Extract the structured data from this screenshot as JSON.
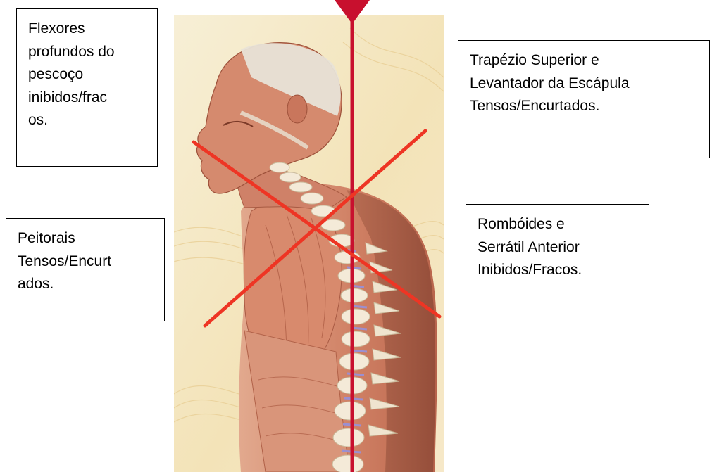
{
  "labels": {
    "flexors": [
      "Flexores",
      "profundos do",
      "pescoço",
      "inibidos/frac",
      "os."
    ],
    "trapezius": [
      "Trapézio Superior e",
      "Levantador da Escápula",
      "Tensos/Encurtados."
    ],
    "pectorals": [
      "Peitorais",
      "Tensos/Encurt",
      "ados."
    ],
    "rhomboids": [
      "Rombóides e",
      "Serrátil Anterior",
      "Inibidos/Fracos."
    ]
  },
  "colors": {
    "cross_lines": "#ee3524",
    "plumb_line": "#c8102e",
    "skin": "#d9957a",
    "muscle": "#c66b52",
    "vertebra": "#f4ead8",
    "disc": "#9b8fd0",
    "background_warm": "#f5e7c2"
  },
  "icons": {
    "plumb_pointer": "red-triangle-marker"
  }
}
